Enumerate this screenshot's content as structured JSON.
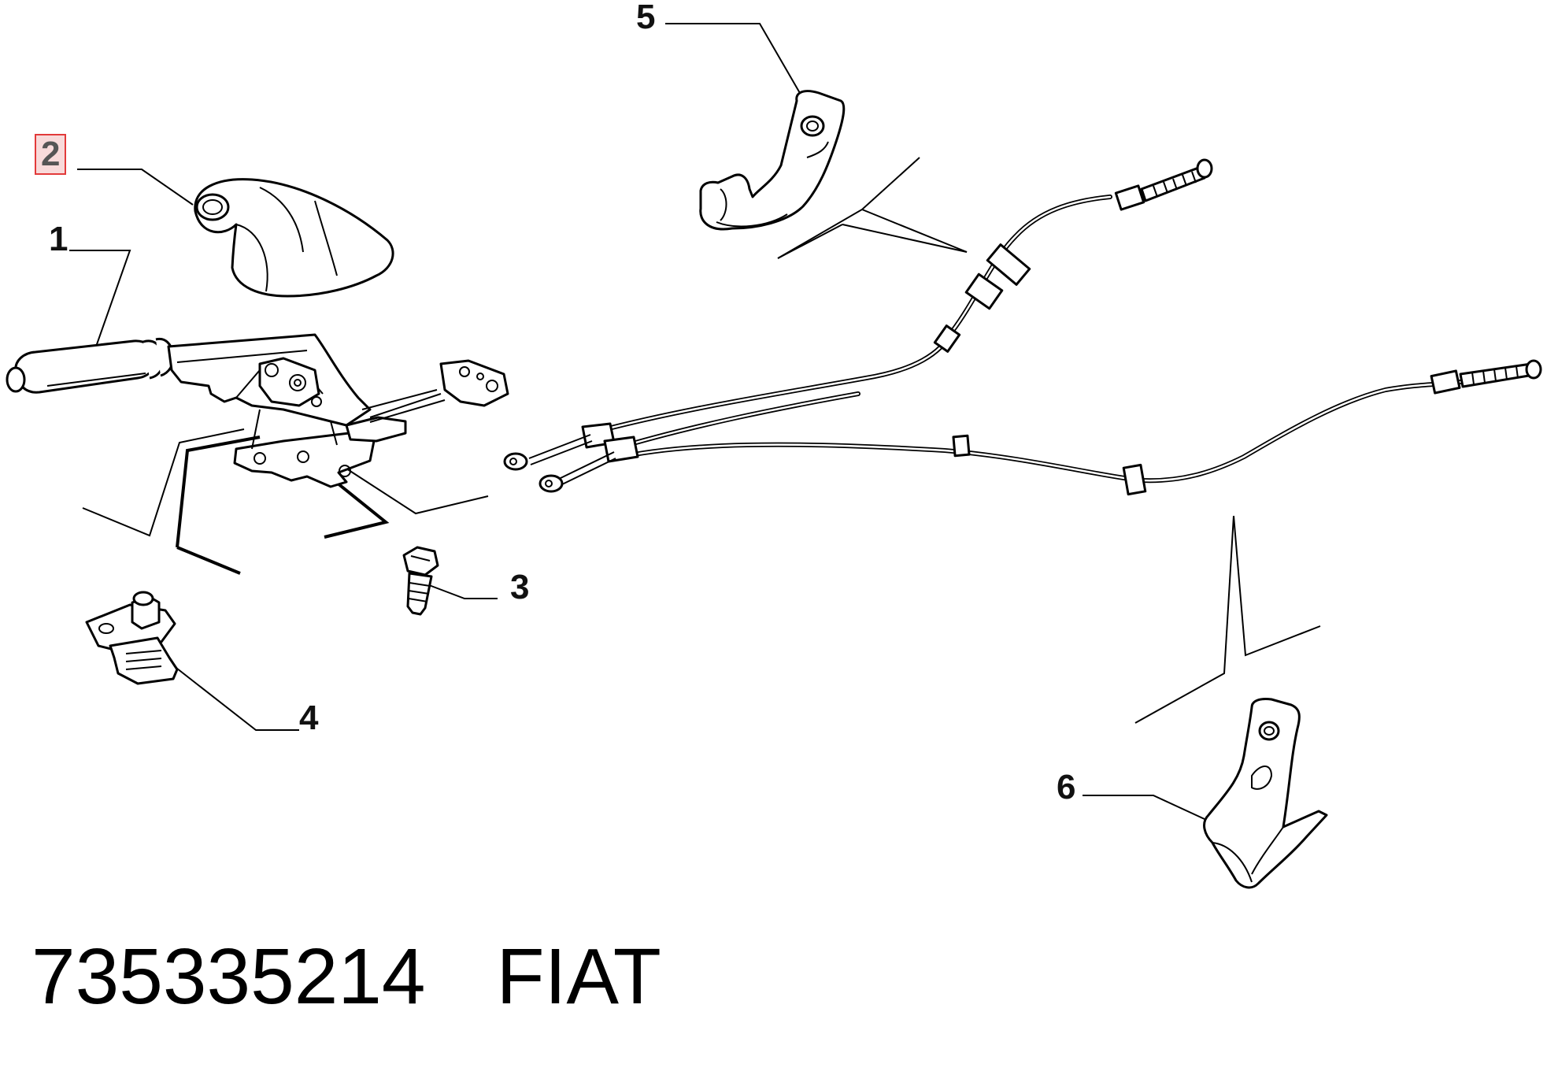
{
  "callouts": {
    "c1": "1",
    "c2": "2",
    "c3": "3",
    "c4": "4",
    "c5": "5",
    "c6": "6"
  },
  "footer": {
    "part_number": "735335214",
    "brand": "FIAT"
  },
  "highlighted_callout": "2",
  "colors": {
    "line": "#000000",
    "highlight_border": "#e23a3a",
    "highlight_fill": "#f0b4b4"
  }
}
